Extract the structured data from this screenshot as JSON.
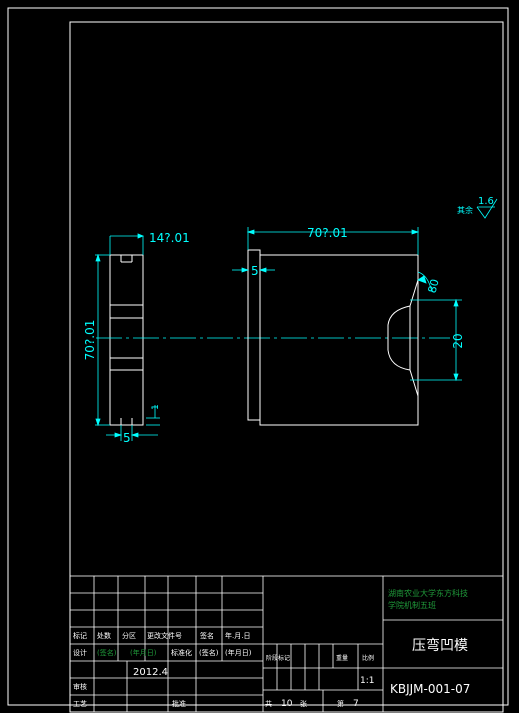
{
  "drawing": {
    "left_view": {
      "width_dim": "14?.01",
      "height_dim": "70?.01",
      "bottom_dim": "5",
      "side_tick": "1"
    },
    "front_view": {
      "width_dim": "70?.01",
      "left_step_dim": "5",
      "slot_width_dim": "20",
      "slot_angle_dim": "80"
    },
    "roughness": {
      "label": "其余",
      "value": "1.6"
    }
  },
  "title_block": {
    "university": "湖南农业大学东方科技学院机制五班",
    "part_name": "压弯凹模",
    "drawing_number": "KBJJM-001-07",
    "scale": "1:1",
    "total_sheets_label": "共",
    "total_sheets": "10",
    "sheets_unit": "张",
    "sheet_no_label": "第",
    "sheet_no": "7",
    "date": "2012.4",
    "labels": {
      "mark": "标记",
      "count": "处数",
      "zone": "分区",
      "change_doc": "更改文件号",
      "signature": "签名",
      "ymd": "年.月.日",
      "design": "设计",
      "design_name": "(签名)",
      "design_date": "(年月日)",
      "std": "标准化",
      "std_sign": "(签名)",
      "std_date": "(年月日)",
      "review": "审核",
      "process": "工艺",
      "approve": "批准",
      "stage_mark": "阶段标记",
      "weight": "重量",
      "ratio": "比例"
    }
  }
}
